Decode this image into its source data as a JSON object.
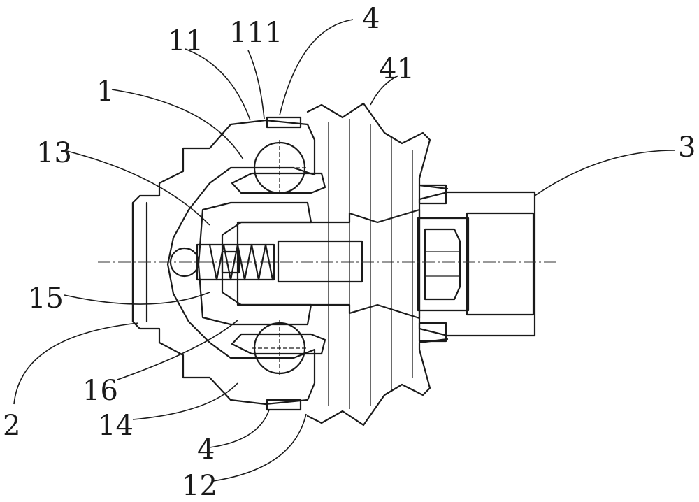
{
  "labels": {
    "l_11": "11",
    "l_111": "111",
    "l_4_top": "4",
    "l_41": "41",
    "l_1": "1",
    "l_13": "13",
    "l_3": "3",
    "l_15": "15",
    "l_16": "16",
    "l_2": "2",
    "l_14": "14",
    "l_4_bottom": "4",
    "l_12": "12"
  }
}
